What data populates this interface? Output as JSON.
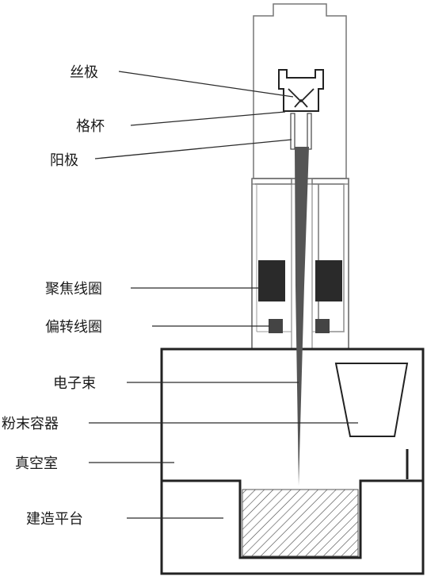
{
  "labels": {
    "filament": "丝极",
    "grid_cup": "格杯",
    "anode": "阳极",
    "focus_coil": "聚焦线圈",
    "deflection_coil": "偏转线圈",
    "electron_beam": "电子束",
    "powder_container": "粉末容器",
    "vacuum_chamber": "真空室",
    "build_platform": "建造平台"
  },
  "colors": {
    "line": "#2b2b2b",
    "coil": "#2a2a2a",
    "beam": "#555555",
    "hatch": "#444444",
    "background": "#ffffff"
  }
}
